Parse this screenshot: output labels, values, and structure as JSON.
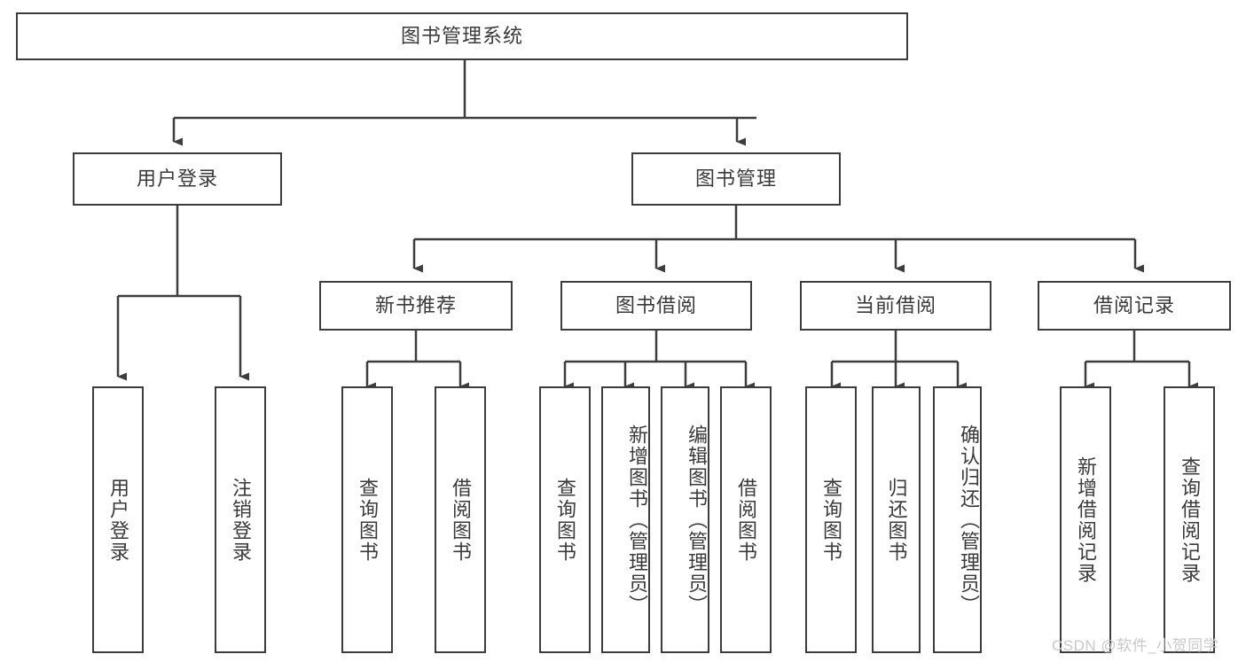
{
  "diagram": {
    "type": "tree-hierarchy",
    "title": "图书管理系统",
    "background_color": "#ffffff",
    "border_color": "#3d3d3d",
    "text_color": "#3a3a3a",
    "nodes": {
      "root": {
        "label": "图书管理系统",
        "orientation": "horizontal"
      },
      "user_login": {
        "label": "用户登录",
        "orientation": "horizontal"
      },
      "book_manage": {
        "label": "图书管理",
        "orientation": "horizontal"
      },
      "new_book_rec": {
        "label": "新书推荐",
        "orientation": "horizontal"
      },
      "book_borrow": {
        "label": "图书借阅",
        "orientation": "horizontal"
      },
      "current_borrow": {
        "label": "当前借阅",
        "orientation": "horizontal"
      },
      "borrow_record": {
        "label": "借阅记录",
        "orientation": "horizontal"
      },
      "leaf_user_login": {
        "label": "用户登录",
        "orientation": "vertical"
      },
      "leaf_logout": {
        "label": "注销登录",
        "orientation": "vertical"
      },
      "leaf_query_book_1": {
        "label": "查询图书",
        "orientation": "vertical"
      },
      "leaf_borrow_book_1": {
        "label": "借阅图书",
        "orientation": "vertical"
      },
      "leaf_query_book_2": {
        "label": "查询图书",
        "orientation": "vertical"
      },
      "leaf_add_book": {
        "label": "新增图书（管理员）",
        "orientation": "vertical"
      },
      "leaf_edit_book": {
        "label": "编辑图书（管理员）",
        "orientation": "vertical"
      },
      "leaf_borrow_book_2": {
        "label": "借阅图书",
        "orientation": "vertical"
      },
      "leaf_query_book_3": {
        "label": "查询图书",
        "orientation": "vertical"
      },
      "leaf_return_book": {
        "label": "归还图书",
        "orientation": "vertical"
      },
      "leaf_confirm_return": {
        "label": "确认归还（管理员）",
        "orientation": "vertical"
      },
      "leaf_add_record": {
        "label": "新增借阅记录",
        "orientation": "vertical"
      },
      "leaf_query_record": {
        "label": "查询借阅记录",
        "orientation": "vertical"
      }
    }
  },
  "watermark": {
    "text": "CSDN @软件_小贺同学",
    "color": "#c9c9c9"
  }
}
